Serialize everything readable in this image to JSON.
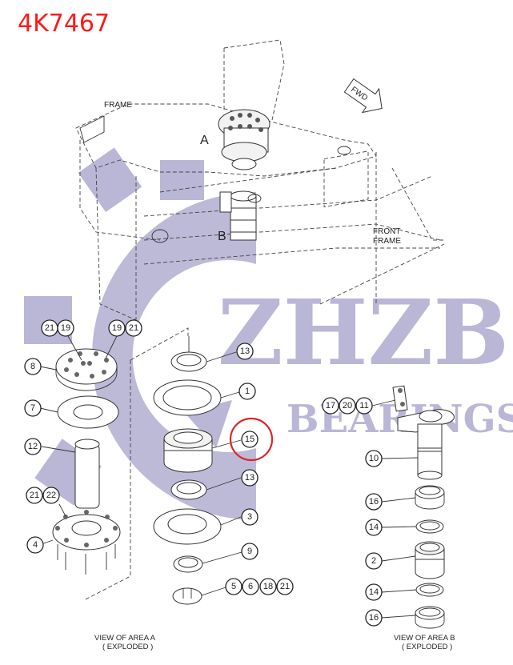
{
  "title": "4K7467",
  "colors": {
    "title": "#ff1a1a",
    "watermark": "#b9b6d6",
    "highlight_circle": "#d9262b",
    "line": "#333333"
  },
  "watermark": {
    "logo_text": "ZHZB",
    "sub_text": "BEARINGS",
    "icon": "gear-icon"
  },
  "overview": {
    "frame_label": "FRAME",
    "front_frame_label_line1": "FRONT",
    "front_frame_label_line2": "FRAME",
    "area_a_label": "A",
    "area_b_label": "B",
    "direction_label": "FWD",
    "direction_icon": "arrow-right-icon"
  },
  "view_a": {
    "caption_line1": "VIEW OF AREA  A",
    "caption_line2": "( EXPLODED )",
    "callouts": [
      {
        "id": "c21a",
        "label": "21"
      },
      {
        "id": "c19a",
        "label": "19"
      },
      {
        "id": "c19b",
        "label": "19"
      },
      {
        "id": "c21b",
        "label": "21"
      },
      {
        "id": "c8",
        "label": "8"
      },
      {
        "id": "c7",
        "label": "7"
      },
      {
        "id": "c12",
        "label": "12"
      },
      {
        "id": "c21c",
        "label": "21"
      },
      {
        "id": "c22",
        "label": "22"
      },
      {
        "id": "c4",
        "label": "4"
      },
      {
        "id": "c13a",
        "label": "13"
      },
      {
        "id": "c1",
        "label": "1"
      },
      {
        "id": "c15",
        "label": "15"
      },
      {
        "id": "c13b",
        "label": "13"
      },
      {
        "id": "c3",
        "label": "3"
      },
      {
        "id": "c9",
        "label": "9"
      },
      {
        "id": "c5",
        "label": "5"
      },
      {
        "id": "c6",
        "label": "6"
      },
      {
        "id": "c18",
        "label": "18"
      },
      {
        "id": "c21d",
        "label": "21"
      }
    ]
  },
  "view_b": {
    "caption_line1": "VIEW OF AREA  B",
    "caption_line2": "( EXPLODED )",
    "callouts": [
      {
        "id": "c17",
        "label": "17"
      },
      {
        "id": "c20",
        "label": "20"
      },
      {
        "id": "c11",
        "label": "11"
      },
      {
        "id": "c10",
        "label": "10"
      },
      {
        "id": "c16a",
        "label": "16"
      },
      {
        "id": "c14a",
        "label": "14"
      },
      {
        "id": "c2",
        "label": "2"
      },
      {
        "id": "c14b",
        "label": "14"
      },
      {
        "id": "c16b",
        "label": "16"
      }
    ]
  },
  "highlight": {
    "callout": "15",
    "shape": "circle"
  }
}
